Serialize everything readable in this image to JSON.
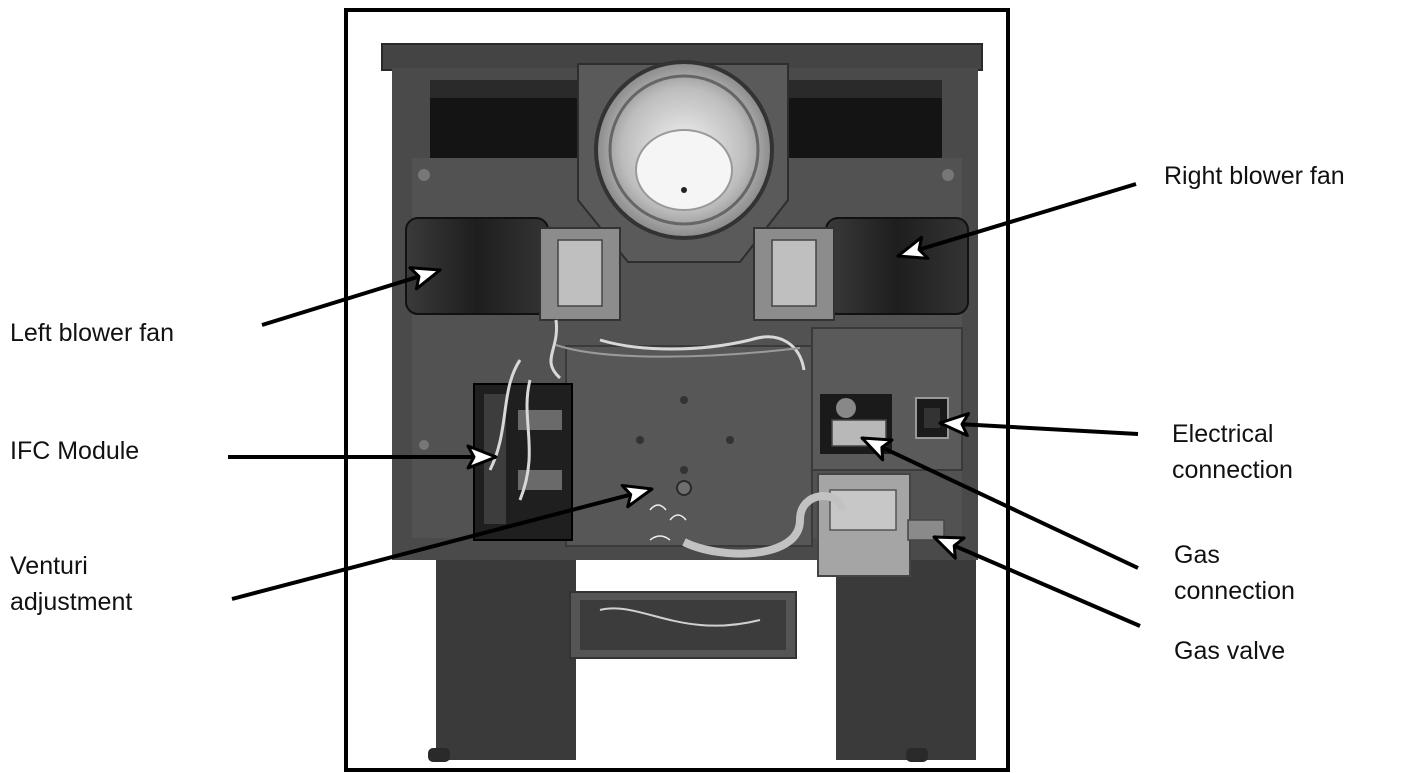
{
  "labels": {
    "left_blower_fan": "Left blower fan",
    "ifc_module": "IFC Module",
    "venturi_adjustment": [
      "Venturi",
      "adjustment"
    ],
    "right_blower_fan": "Right blower fan",
    "electrical_connection": [
      "Electrical",
      "connection"
    ],
    "gas_connection": [
      "Gas",
      "connection"
    ],
    "gas_valve": "Gas valve"
  },
  "colors": {
    "frame": "#000000",
    "cabinet": "#4a4a4a",
    "cabinet_dark": "#2e2e2e",
    "metal": "#a9a9a9",
    "background": "#ffffff"
  }
}
